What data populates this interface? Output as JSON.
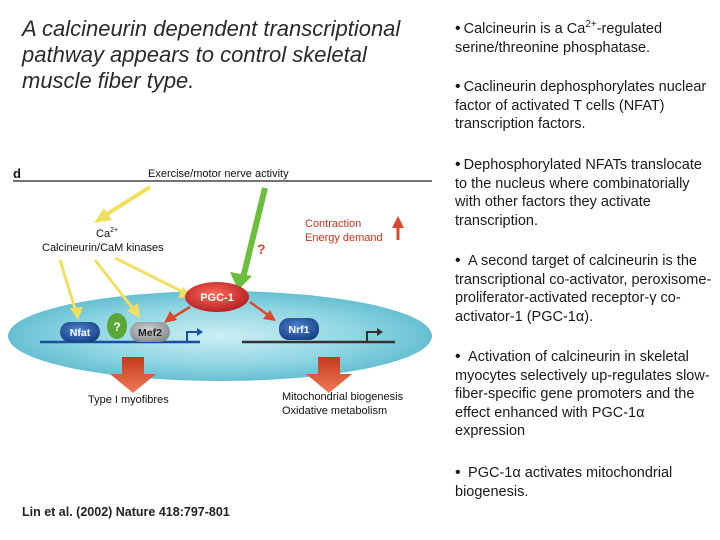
{
  "title": "A calcineurin dependent transcriptional pathway appears to control skeletal muscle fiber type.",
  "bullets": [
    {
      "pre": "Calcineurin is a Ca",
      "sup": "2+",
      "post": "-regulated serine/threonine phosphatase."
    },
    {
      "text": "Caclineurin dephosphorylates nuclear factor of activated T cells (NFAT) transcription factors."
    },
    {
      "text": "Dephosphorylated NFATs translocate to the nucleus where combinatorially with other factors they activate transcription."
    },
    {
      "text": "A second target of calcineurin is the transcriptional co-activator, peroxisome-proliferator-activated receptor-γ co-activator-1 (PGC-1α)."
    },
    {
      "text": "Activation of calcineurin in skeletal myocytes selectively up-regulates slow-fiber-specific gene promoters and the effect enhanced with PGC-1α expression"
    },
    {
      "text": "PGC-1α activates mitochondrial biogenesis."
    }
  ],
  "diagram": {
    "panel_label": "d",
    "exercise": "Exercise/motor nerve activity",
    "ca": "Ca",
    "ca_sup": "2+",
    "kinases": "Calcineurin/CaM kinases",
    "contraction": "Contraction",
    "energy": "Energy demand",
    "question": "?",
    "pgc1": "PGC-1",
    "nfat": "Nfat",
    "mef2": "Mef2",
    "nrf1": "Nrf1",
    "type1": "Type I myofibres",
    "mito": "Mitochondrial biogenesis",
    "oxid": "Oxidative metabolism"
  },
  "citation": "Lin et al. (2002) Nature 418:797-801",
  "colors": {
    "nucleus": "#7fd0df",
    "green_arrow": "#6cbf3c",
    "yellow_arrow": "#f0e060",
    "red_arrow": "#d94a2a",
    "pgc1_fill": "#d8262b",
    "nrf1_fill": "#1a4fa0",
    "nfat_fill": "#1a4fa0",
    "mef2_fill": "#9aa0a6",
    "question_fill": "#5aa637",
    "red_text": "#c8321e"
  }
}
